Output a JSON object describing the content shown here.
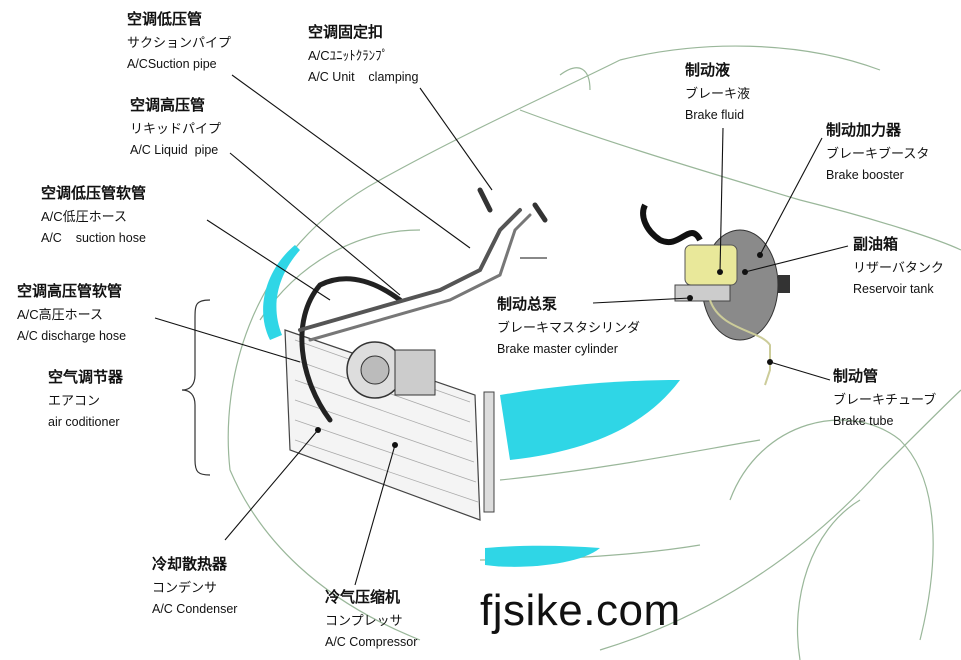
{
  "labels": {
    "suction_pipe": {
      "zh": "空调低压管",
      "ja": "サクションパイプ",
      "en": "A/CSuction pipe"
    },
    "unit_clamping": {
      "zh": "空调固定扣",
      "ja": "A/Cﾕﾆｯﾄｸﾗﾝﾌﾟ",
      "en": "A/C Unit    clamping"
    },
    "liquid_pipe": {
      "zh": "空调高压管",
      "ja": "リキッドパイプ",
      "en": "A/C Liquid  pipe"
    },
    "suction_hose": {
      "zh": "空调低压管软管",
      "ja": "A/C低圧ホース",
      "en": "A/C    suction hose"
    },
    "discharge_hose": {
      "zh": "空调高压管软管",
      "ja": "A/C高圧ホース",
      "en": "A/C discharge hose"
    },
    "air_conditioner": {
      "zh": "空气调节器",
      "ja": "エアコン",
      "en": "air coditioner"
    },
    "condenser": {
      "zh": "冷却散热器",
      "ja": "コンデンサ",
      "en": "A/C Condenser"
    },
    "compressor": {
      "zh": "冷气压缩机",
      "ja": "コンプレッサ",
      "en": "A/C Compressor"
    },
    "master_cylinder": {
      "zh": "制动总泵",
      "ja": "ブレーキマスタシリンダ",
      "en": "Brake master cylinder"
    },
    "brake_fluid": {
      "zh": "制动液",
      "ja": "ブレーキ液",
      "en": "Brake fluid"
    },
    "brake_booster": {
      "zh": "制动加力器",
      "ja": "ブレーキブースタ",
      "en": "Brake booster"
    },
    "reservoir_tank": {
      "zh": "副油箱",
      "ja": "リザーバタンク",
      "en": "Reservoir tank"
    },
    "brake_tube": {
      "zh": "制动管",
      "ja": "ブレーキチューブ",
      "en": "Brake tube"
    }
  },
  "watermark": "fjsike.com",
  "colors": {
    "headlight": "#2fd6e6",
    "reservoir": "#e9e89a",
    "booster": "#8a8a8a",
    "outline": "#9ab79a"
  }
}
